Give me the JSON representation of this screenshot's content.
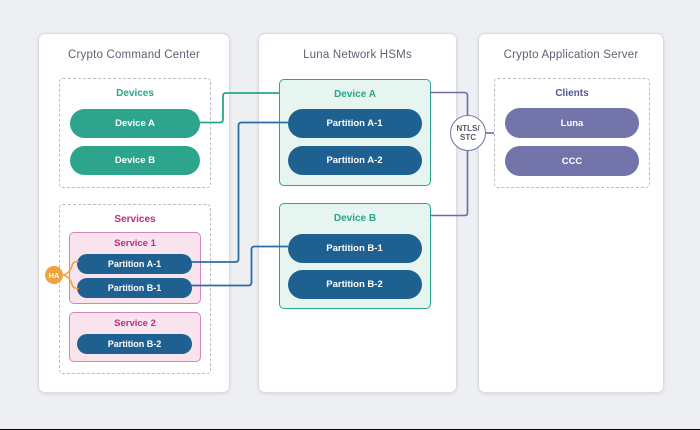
{
  "left_card": {
    "title": "Crypto Command Center",
    "devices": {
      "label": "Devices",
      "items": [
        "Device A",
        "Device B"
      ]
    },
    "services": {
      "label": "Services",
      "service1": {
        "label": "Service 1",
        "partitions": [
          "Partition A-1",
          "Partition B-1"
        ]
      },
      "service2": {
        "label": "Service 2",
        "partitions": [
          "Partition B-2"
        ]
      },
      "ha_badge": "HA"
    }
  },
  "middle_card": {
    "title": "Luna Network HSMs",
    "device_a": {
      "label": "Device A",
      "partitions": [
        "Partition A-1",
        "Partition A-2"
      ]
    },
    "device_b": {
      "label": "Device B",
      "partitions": [
        "Partition B-1",
        "Partition B-2"
      ]
    }
  },
  "right_card": {
    "title": "Crypto Application Server",
    "clients": {
      "label": "Clients",
      "items": [
        "Luna",
        "CCC"
      ]
    }
  },
  "connector": {
    "ntls_label_line1": "NTLS/",
    "ntls_label_line2": "STC"
  },
  "colors": {
    "teal": "#2ca58c",
    "teal_line": "#2aa58b",
    "dark_blue": "#1e6190",
    "blue_line": "#2e6da4",
    "purple": "#7274aa",
    "purple_line": "#6b6caa",
    "pink_label": "#b82e80",
    "pink_fill": "#f8e3ef",
    "pink_border": "#d584b8",
    "mint_fill": "#e7f5f0",
    "orange": "#f0a140",
    "background": "#edeff3"
  }
}
